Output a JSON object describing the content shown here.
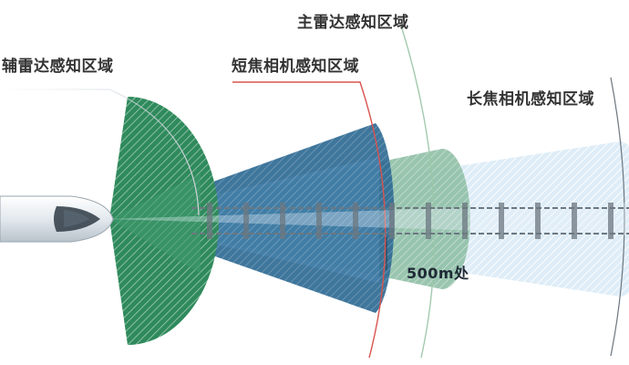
{
  "labels": {
    "aux_radar": "辅雷达感知区域",
    "main_radar": "主雷达感知区域",
    "short_camera": "短焦相机感知区域",
    "long_camera": "长焦相机感知区域",
    "distance": "500m处"
  },
  "colors": {
    "aux_radar": "#2f8a5c",
    "main_radar": "#7fb59a",
    "short_camera": "#2f6a94",
    "short_camera_arc": "#d9534f",
    "long_camera": "#c9e3f4",
    "track": "#6c7780",
    "train_body": "#e9eef2"
  }
}
